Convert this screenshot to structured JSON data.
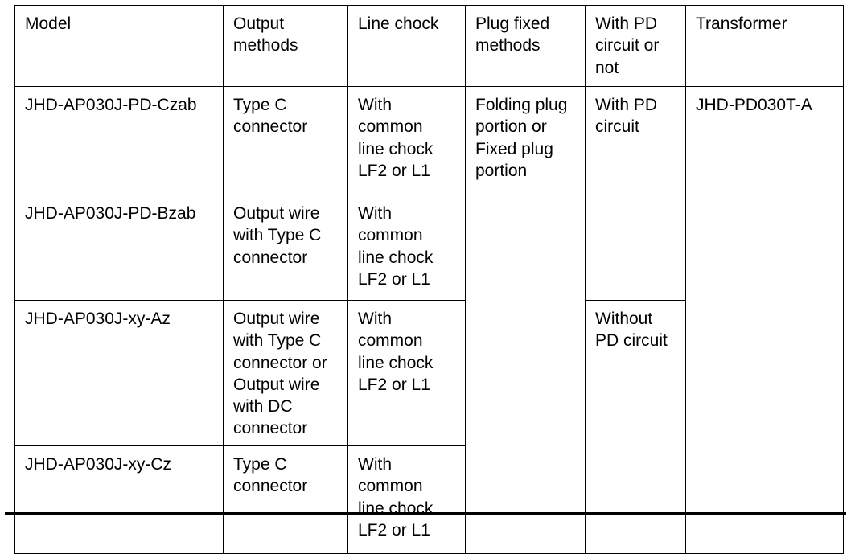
{
  "table": {
    "columns": [
      {
        "key": "model",
        "label": "Model"
      },
      {
        "key": "output_methods",
        "label": "Output\nmethods"
      },
      {
        "key": "line_chock",
        "label": "Line chock"
      },
      {
        "key": "plug_fixed_methods",
        "label": "Plug fixed\nmethods"
      },
      {
        "key": "pd_circuit",
        "label": "With PD\ncircuit or\nnot"
      },
      {
        "key": "transformer",
        "label": "Transformer"
      }
    ],
    "rows": [
      {
        "model": "JHD-AP030J-PD-Czab",
        "output_methods": "Type C\nconnector",
        "line_chock": "With\ncommon\nline chock\nLF2 or L1",
        "plug_fixed_methods": "Folding plug\nportion or\nFixed plug\nportion",
        "pd_circuit": "With PD\ncircuit",
        "transformer": "JHD-PD030T-A"
      },
      {
        "model": "JHD-AP030J-PD-Bzab",
        "output_methods": "Output wire\nwith Type C\nconnector",
        "line_chock": "With\ncommon\nline chock\nLF2 or L1",
        "plug_fixed_methods": "",
        "pd_circuit": "",
        "transformer": ""
      },
      {
        "model": "JHD-AP030J-xy-Az",
        "output_methods": "Output wire\nwith Type C\nconnector or\nOutput wire\nwith DC\nconnector",
        "line_chock": "With\ncommon\nline chock\nLF2 or L1",
        "plug_fixed_methods": "",
        "pd_circuit": "Without\nPD circuit",
        "transformer": ""
      },
      {
        "model": "JHD-AP030J-xy-Cz",
        "output_methods": "Type C\nconnector",
        "line_chock": "With\ncommon\nline chock\nLF2 or L1",
        "plug_fixed_methods": "",
        "pd_circuit": "",
        "transformer": ""
      }
    ],
    "merges": {
      "plug_fixed_methods_rowspan": 4,
      "pd_circuit_first_rowspan": 2,
      "pd_circuit_second_rowspan": 2,
      "transformer_rowspan": 4
    }
  },
  "colors": {
    "border": "#000000",
    "text": "#000000",
    "background": "#ffffff"
  }
}
